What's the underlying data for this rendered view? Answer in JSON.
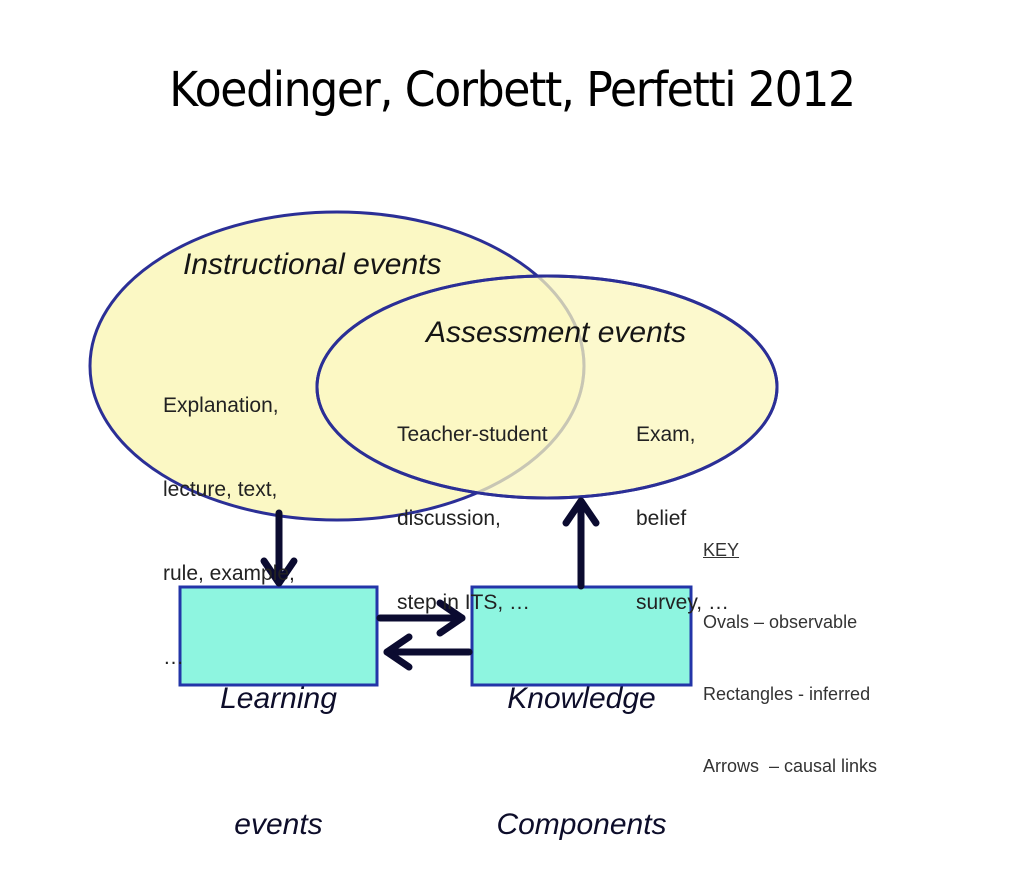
{
  "slide": {
    "title": "Koedinger, Corbett, Perfetti 2012"
  },
  "diagram": {
    "ovals": [
      {
        "id": "instructional",
        "title": "Instructional events",
        "items": [
          "Explanation,",
          "lecture, text,",
          "rule, example,",
          "…"
        ]
      },
      {
        "id": "assessment",
        "title": "Assessment events",
        "overlap_items": [
          "Teacher-student",
          "discussion,",
          "step in ITS, …"
        ],
        "items": [
          "Exam,",
          "belief",
          "survey, …"
        ]
      }
    ],
    "boxes": [
      {
        "id": "learning",
        "lines": [
          "Learning",
          "events"
        ]
      },
      {
        "id": "knowledge",
        "lines": [
          "Knowledge",
          "Components"
        ]
      }
    ],
    "arrows": [
      {
        "from": "instructional",
        "to": "learning"
      },
      {
        "from": "learning",
        "to": "knowledge"
      },
      {
        "from": "knowledge",
        "to": "learning"
      },
      {
        "from": "knowledge",
        "to": "assessment"
      }
    ],
    "key": {
      "heading": "KEY",
      "entries": [
        "Ovals – observable",
        "Rectangles - inferred",
        "Arrows  – causal links"
      ]
    },
    "colors": {
      "oval_fill": "#fbf8c4",
      "oval_stroke": "#2b2f96",
      "box_fill": "#8ef5e0",
      "box_stroke": "#2335a8",
      "arrow": "#0b0b30",
      "overlap_edge": "#c8c6b4"
    }
  }
}
